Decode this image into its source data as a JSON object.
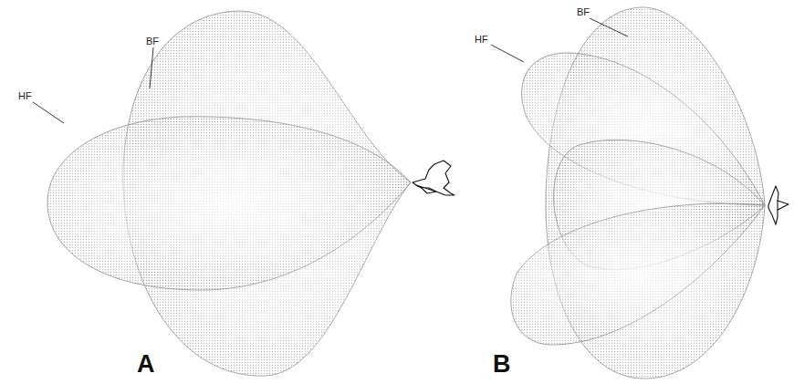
{
  "diagram": {
    "labels": [
      "BF",
      "HF",
      "A",
      "BF",
      "HF",
      "B"
    ]
  }
}
